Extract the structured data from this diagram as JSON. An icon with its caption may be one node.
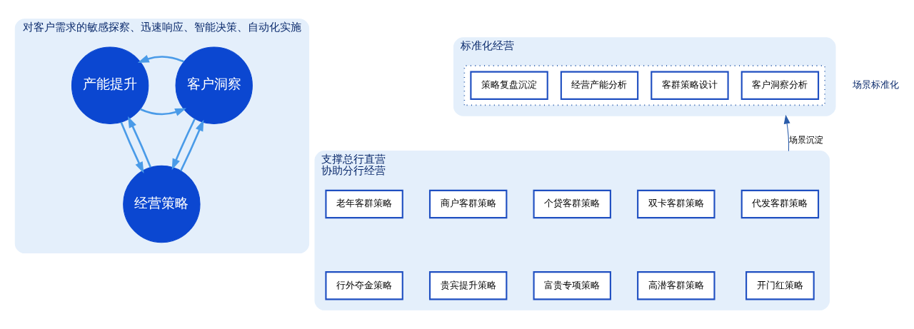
{
  "diagram": {
    "nodes": [
      {
        "text": [
          "对客户需求的敏感探察、迅速响应、智能决策、自动化实施"
        ]
      },
      {
        "text": [
          "客户洞察"
        ],
        "in": 0
      },
      {
        "text": [
          "产能提升"
        ],
        "in": 0
      },
      {
        "text": [
          "经营策略"
        ],
        "in": 0
      },
      {
        "text": [
          "标准化经营"
        ]
      },
      {
        "text": [],
        "shape": "box",
        "in": 4
      },
      {
        "text": [
          "客户洞察分析"
        ],
        "in": 5
      },
      {
        "text": [
          "客群策略设计"
        ],
        "in": 5
      },
      {
        "text": [
          "经营产能分析"
        ],
        "in": 5
      },
      {
        "text": [
          "策略复盘沉淀"
        ],
        "in": 5
      },
      {
        "text": [
          "支撑总行直营",
          "协助分行经营"
        ]
      },
      {
        "text": [
          "代发客群策略"
        ],
        "in": 10
      },
      {
        "text": [
          "双卡客群策略"
        ],
        "in": 10
      },
      {
        "text": [
          "个贷客群策略"
        ],
        "in": 10
      },
      {
        "text": [
          "商户客群策略"
        ],
        "in": 10
      },
      {
        "text": [
          "老年客群策略"
        ],
        "in": 10
      },
      {
        "text": [
          "开门红策略"
        ],
        "in": 10
      },
      {
        "text": [
          "高潜客群策略"
        ],
        "in": 10
      },
      {
        "text": [
          "富贵专项策略"
        ],
        "in": 10
      },
      {
        "text": [
          "贵宾提升策略"
        ],
        "in": 10
      },
      {
        "text": [
          "行外夺金策略"
        ],
        "in": 10
      }
    ],
    "edges": [
      {
        "from": 2,
        "to": 1,
        "arrow": "to"
      },
      {
        "from": 1,
        "to": 2,
        "arrow": "to"
      },
      {
        "from": 3,
        "to": 1,
        "arrow": "to"
      },
      {
        "from": 1,
        "to": 3,
        "arrow": "to"
      },
      {
        "from": 3,
        "to": 2,
        "arrow": "to"
      },
      {
        "from": 2,
        "to": 3,
        "arrow": "to"
      },
      {
        "from": 10,
        "to": 4,
        "arrow": "to",
        "label": "场景沉淀",
        "color": "#2a5caa"
      }
    ],
    "labels": [
      "场景标准化"
    ]
  }
}
